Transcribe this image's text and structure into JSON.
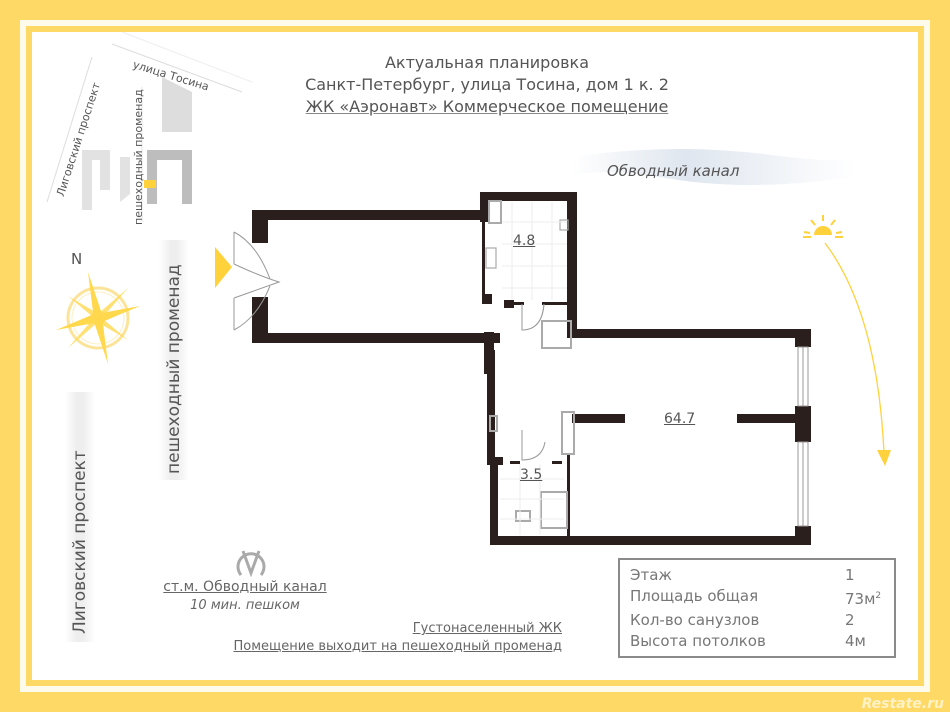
{
  "header": {
    "line1": "Актуальная планировка",
    "line2": "Санкт-Петербург, улица Тосина, дом 1 к. 2",
    "line3": "ЖК «Аэронавт» Коммерческое помещение"
  },
  "map": {
    "street_tosina": "улица Тосина",
    "street_ligovsky_small": "Лиговский проспект",
    "promenade_small": "пешеходный променад",
    "promenade_large": "пешеходный променад",
    "ligovsky_large": "Лиговский проспект",
    "canal": "Обводный канал",
    "compass_label": "N"
  },
  "rooms": [
    {
      "id": "bathroom-1",
      "area": "4.8"
    },
    {
      "id": "main-hall",
      "area": "64.7"
    },
    {
      "id": "bathroom-2",
      "area": "3.5"
    }
  ],
  "metro": {
    "icon": "metro-M-icon",
    "station": "ст.м. Обводный канал",
    "walk": "10 мин. пешком"
  },
  "notes": {
    "note1": "Густонаселенный ЖК",
    "note2": "Помещение выходит на пешеходный променад"
  },
  "specs": [
    {
      "label": "Этаж",
      "value": "1"
    },
    {
      "label": "Площадь общая",
      "value": "73м",
      "sup": "2"
    },
    {
      "label": "Кол-во санузлов",
      "value": "2"
    },
    {
      "label": "Высота потолков",
      "value": "4м"
    }
  ],
  "colors": {
    "frame": "#FFD966",
    "accent": "#FFD13B",
    "wall": "#2B1F1E",
    "text": "#555555"
  },
  "watermark": "Restate.ru"
}
